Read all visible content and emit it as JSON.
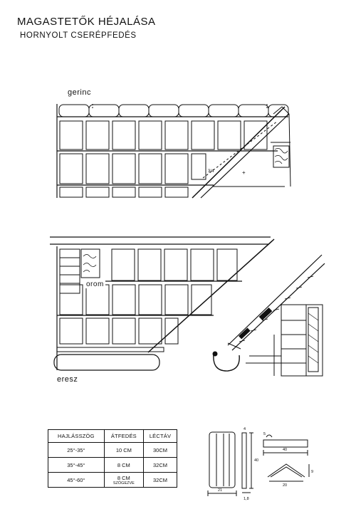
{
  "header": {
    "title": "MAGASTETŐK HÉJALÁSA",
    "subtitle": "HORNYOLT CSERÉPFEDÉS"
  },
  "labels": {
    "ridge": "gerinc",
    "gable": "orom",
    "eaves": "eresz"
  },
  "table": {
    "headers": [
      "HAJLÁSSZÖG",
      "ÁTFEDÉS",
      "LÉCTÁV"
    ],
    "rows": [
      {
        "angle": "25°-35°",
        "overlap": "10 CM",
        "overlap_note": "",
        "spacing": "30CM"
      },
      {
        "angle": "35°-45°",
        "overlap": "8 CM",
        "overlap_note": "",
        "spacing": "32CM"
      },
      {
        "angle": "45°-60°",
        "overlap": "8 CM",
        "overlap_note": "SZÖGEZVE",
        "spacing": "32CM"
      }
    ]
  },
  "dimensions": {
    "tile_width": "21",
    "tile_height": "40",
    "tile_lug": "4",
    "tile_side": "1,8",
    "profile_length": "40",
    "profile_height": "5",
    "ridge_width": "20",
    "ridge_height": "9"
  }
}
